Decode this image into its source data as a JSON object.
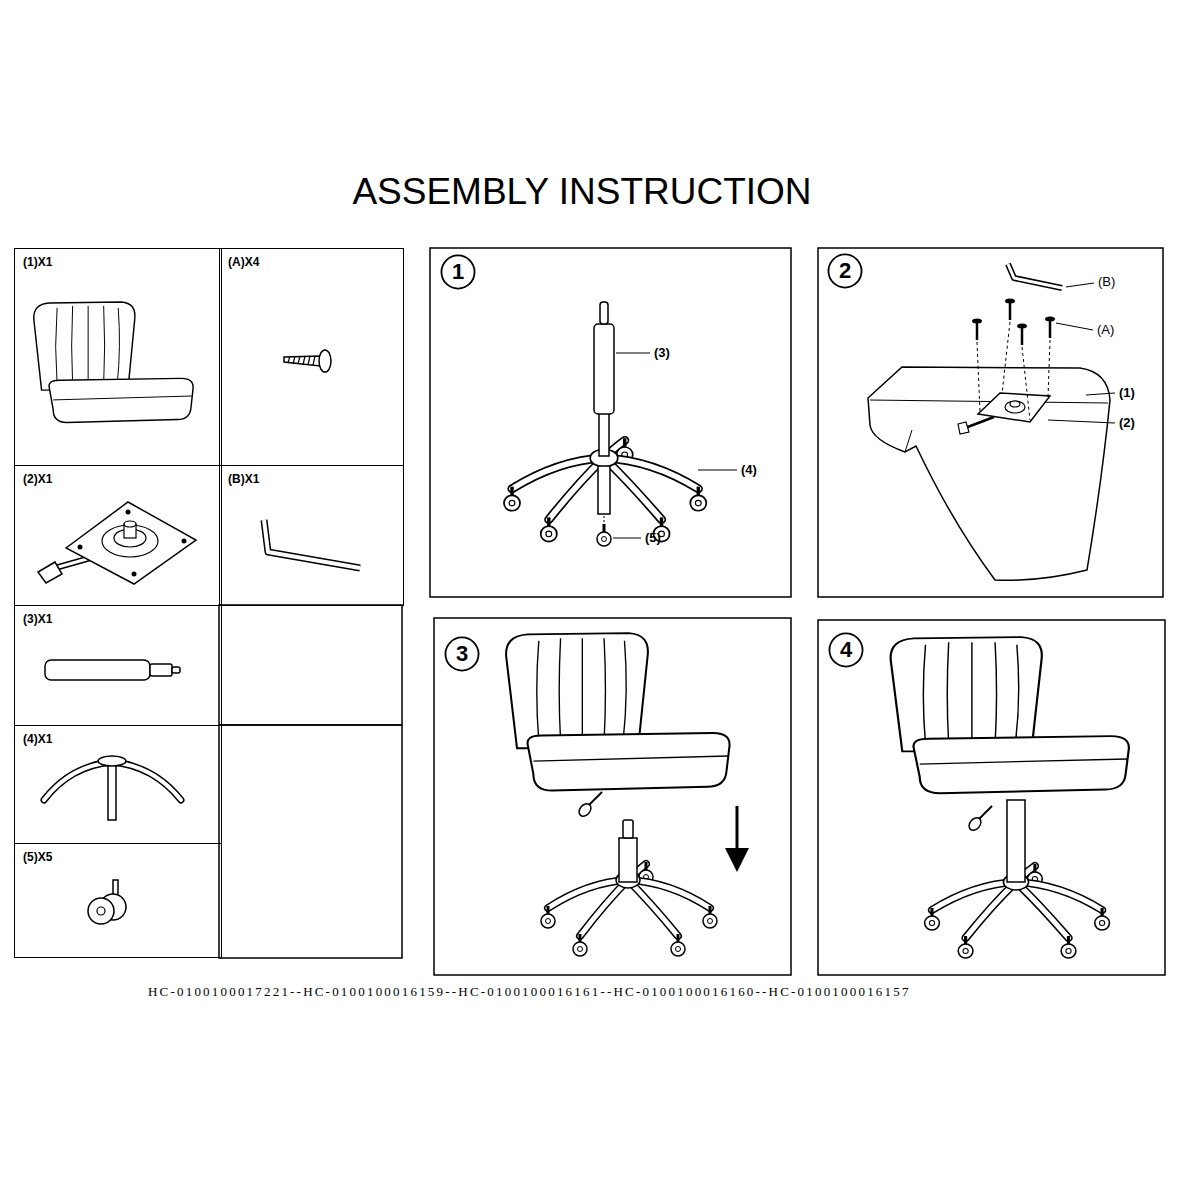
{
  "diagram": {
    "title": "ASSEMBLY INSTRUCTION",
    "nodes": [
      {
        "text": [
          "(1)X1"
        ]
      },
      {
        "text": [
          "(A)X4"
        ]
      },
      {
        "text": [
          "(2)X1"
        ]
      },
      {
        "text": [
          "(B)X1"
        ]
      },
      {
        "text": [
          "(3)X1"
        ]
      },
      {
        "text": [
          "(4)X1"
        ]
      },
      {
        "text": [
          "(5)X5"
        ]
      },
      {
        "text": [
          "1"
        ]
      },
      {
        "text": [
          "2"
        ]
      },
      {
        "text": [
          "3"
        ]
      },
      {
        "text": [
          "4"
        ]
      }
    ],
    "labels": [
      "(3)",
      "(4)",
      "(5)",
      "(B)",
      "(A)",
      "(1)",
      "(2)",
      "HC-0100100017221--HC-0100100016159--HC-0100100016161--HC-0100100016160--HC-0100100016157"
    ]
  }
}
